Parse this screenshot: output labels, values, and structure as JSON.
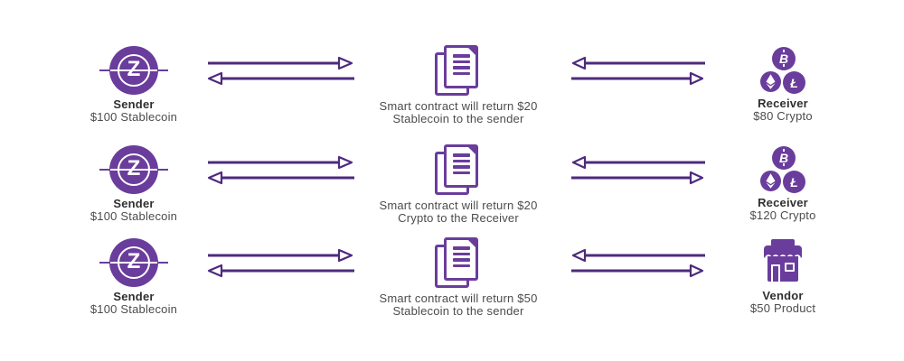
{
  "colors": {
    "icon_purple": "#6a3d9c",
    "arrow_purple": "#4e2a7e",
    "text_dark": "#303030",
    "text_gray": "#4c4c4c"
  },
  "icons": {
    "sender_coin_letter": "Z",
    "bitcoin_glyph": "B",
    "litecoin_glyph": "Ł"
  },
  "rows": [
    {
      "sender": {
        "title": "Sender",
        "subtitle": "$100 Stablecoin"
      },
      "contract": {
        "caption_line1": "Smart contract will return $20",
        "caption_line2": "Stablecoin to the sender"
      },
      "receiver": {
        "title": "Receiver",
        "subtitle": "$80 Crypto"
      }
    },
    {
      "sender": {
        "title": "Sender",
        "subtitle": "$100 Stablecoin"
      },
      "contract": {
        "caption_line1": "Smart contract will return $20",
        "caption_line2": "Crypto to the Receiver"
      },
      "receiver": {
        "title": "Receiver",
        "subtitle": "$120 Crypto"
      }
    },
    {
      "sender": {
        "title": "Sender",
        "subtitle": "$100 Stablecoin"
      },
      "contract": {
        "caption_line1": "Smart contract will return $50",
        "caption_line2": "Stablecoin to the sender"
      },
      "receiver": {
        "title": "Vendor",
        "subtitle": "$50 Product"
      }
    }
  ]
}
